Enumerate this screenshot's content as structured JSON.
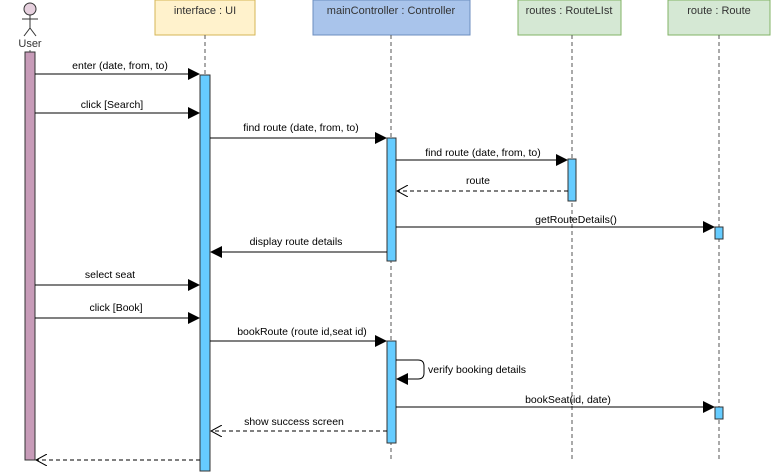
{
  "actor": {
    "label": "User",
    "fill": "#e6d0de"
  },
  "lifelines": [
    {
      "id": "ui",
      "label": "interface : UI",
      "fill": "#fff2cc",
      "stroke": "#d6b656"
    },
    {
      "id": "ctrl",
      "label": "mainController : Controller",
      "fill": "#a9c4eb",
      "stroke": "#6c8ebf"
    },
    {
      "id": "routes",
      "label": "routes : RouteLIst",
      "fill": "#d5e8d4",
      "stroke": "#82b366"
    },
    {
      "id": "route",
      "label": "route : Route",
      "fill": "#d5e8d4",
      "stroke": "#82b366"
    }
  ],
  "activation_color": "#66ccff",
  "user_activation_color": "#c79bb8",
  "messages": [
    {
      "text": "enter (date, from, to)",
      "from": "user",
      "to": "ui",
      "type": "sync"
    },
    {
      "text": "click [Search]",
      "from": "user",
      "to": "ui",
      "type": "sync"
    },
    {
      "text": "find route (date, from, to)",
      "from": "ui",
      "to": "ctrl",
      "type": "sync"
    },
    {
      "text": "find route (date, from, to)",
      "from": "ctrl",
      "to": "routes",
      "type": "sync"
    },
    {
      "text": "route",
      "from": "routes",
      "to": "ctrl",
      "type": "return"
    },
    {
      "text": "getRouteDetails()",
      "from": "ctrl",
      "to": "route",
      "type": "sync"
    },
    {
      "text": "display route details",
      "from": "ctrl",
      "to": "ui",
      "type": "sync"
    },
    {
      "text": "select seat",
      "from": "user",
      "to": "ui",
      "type": "sync"
    },
    {
      "text": "click [Book]",
      "from": "user",
      "to": "ui",
      "type": "sync"
    },
    {
      "text": "bookRoute (route id,seat id)",
      "from": "ui",
      "to": "ctrl",
      "type": "sync"
    },
    {
      "text": "verify booking details",
      "from": "ctrl",
      "to": "ctrl",
      "type": "self"
    },
    {
      "text": "bookSeat(id, date)",
      "from": "ctrl",
      "to": "route",
      "type": "sync"
    },
    {
      "text": "show success screen",
      "from": "ctrl",
      "to": "ui",
      "type": "return"
    },
    {
      "text": "",
      "from": "ui",
      "to": "user",
      "type": "return"
    }
  ]
}
